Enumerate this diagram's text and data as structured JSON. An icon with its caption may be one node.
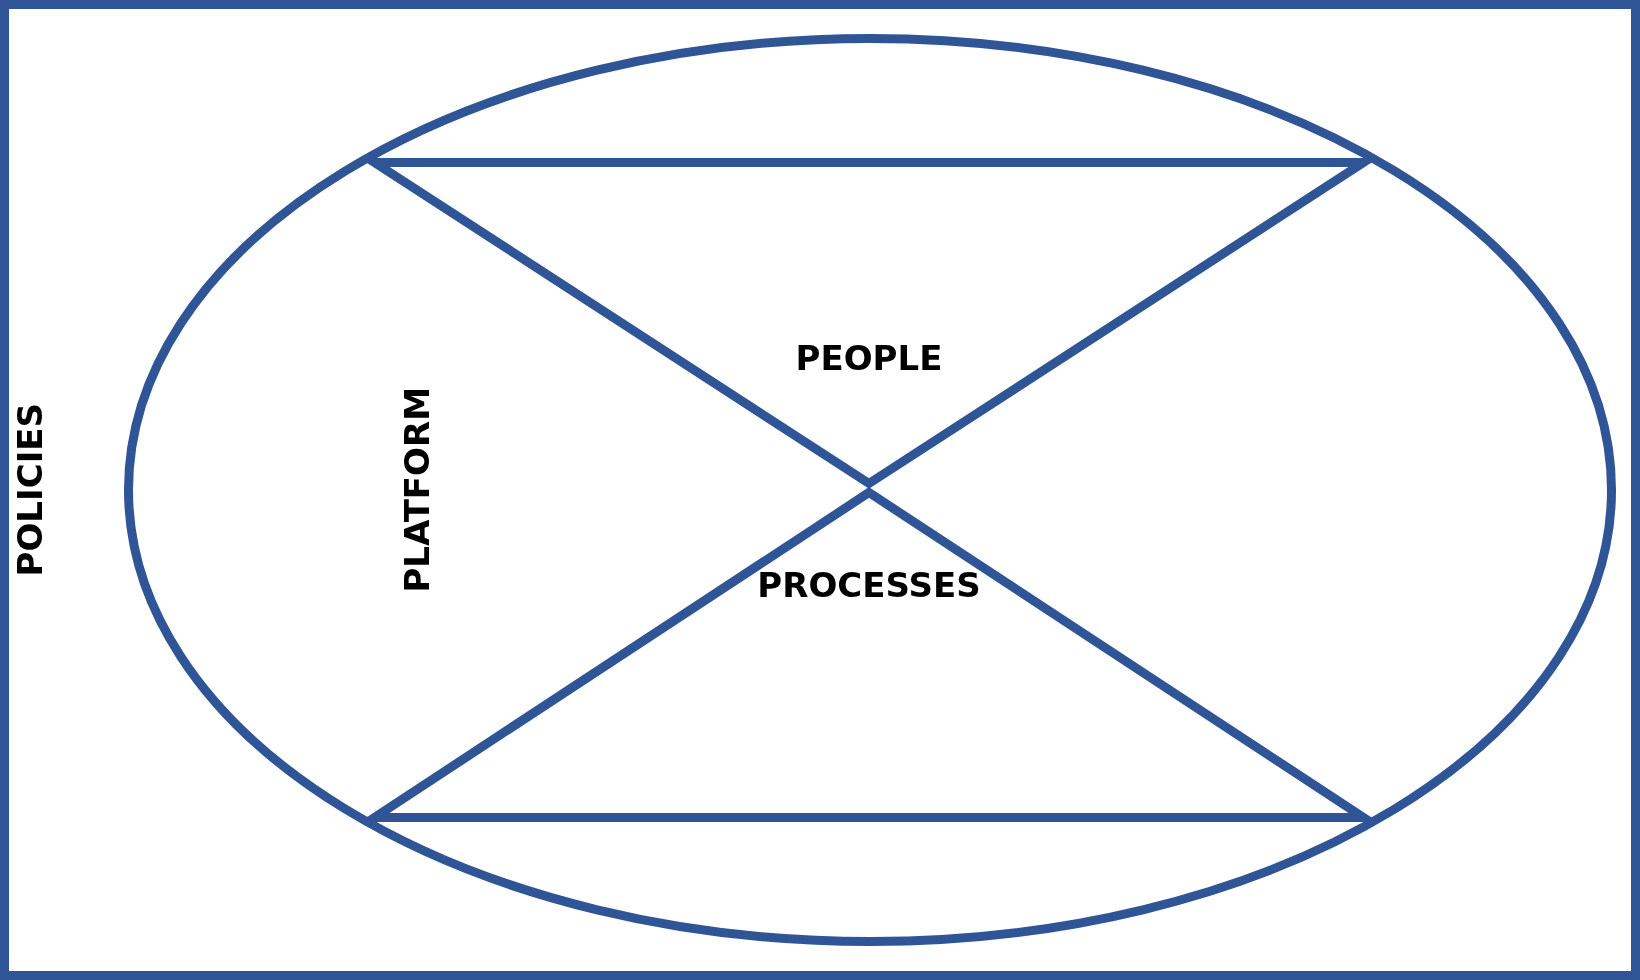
{
  "diagram": {
    "nodes": [
      {
        "text": [
          "POLICIES"
        ]
      },
      {
        "text": [
          "PLATFORM"
        ],
        "in": 0
      },
      {
        "text": [
          "PEOPLE"
        ],
        "in": 1
      },
      {
        "text": [
          "PROCESSES"
        ],
        "in": 1
      }
    ]
  }
}
